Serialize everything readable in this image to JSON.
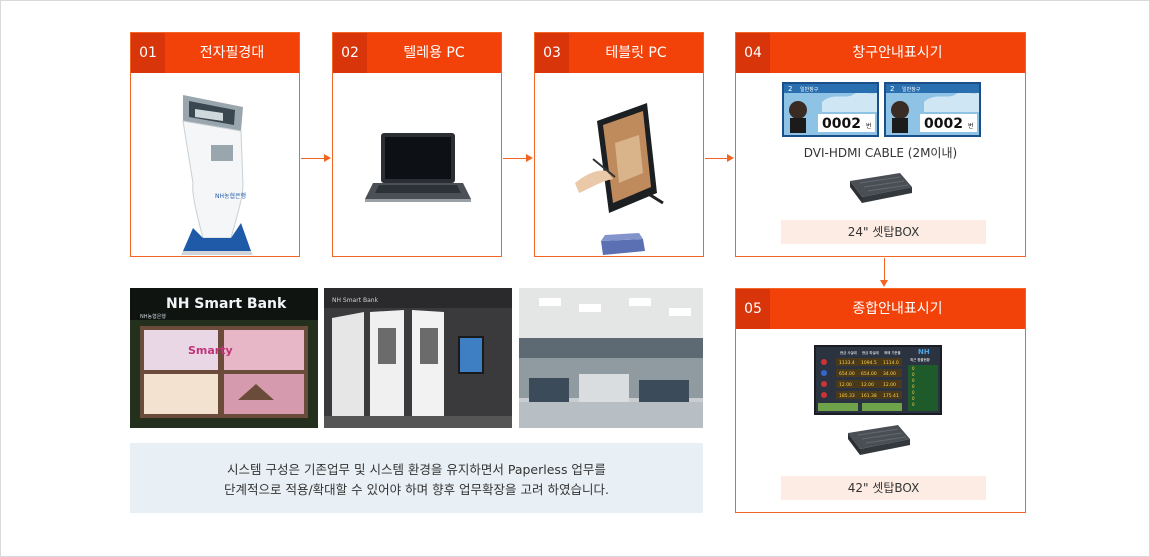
{
  "steps": [
    {
      "num": "01",
      "title": "전자필경대"
    },
    {
      "num": "02",
      "title": "텔레용 PC"
    },
    {
      "num": "03",
      "title": "테블릿 PC"
    },
    {
      "num": "04",
      "title": "창구안내표시기"
    },
    {
      "num": "05",
      "title": "종합안내표시기"
    }
  ],
  "kiosk_logo": "NH농협은행",
  "queue_display": {
    "counter": "2",
    "tag": "일반창구",
    "number": "0002",
    "unit": "번"
  },
  "cable_label": "DVI-HDMI CABLE (2M이내)",
  "box_24": "24\" 셋탑BOX",
  "box_42": "42\" 셋탑BOX",
  "photos": {
    "sign_brand": "NH Smart Bank",
    "sign_sub": "NH농협은행",
    "sign_poster": "Smarty",
    "corridor_brand": "NH Smart Bank"
  },
  "board": {
    "brand": "NH",
    "headers": [
      "현금 사실때",
      "현금 파실때",
      "매매 기준율"
    ],
    "rows": [
      [
        "1133.4",
        "1094.5",
        "1114.0"
      ],
      [
        "654.00",
        "654.00",
        "34.00"
      ],
      [
        "12.00",
        "12.00",
        "12.00"
      ],
      [
        "185.33",
        "161.38",
        "175.41"
      ]
    ],
    "side_header": "최근 환율현황",
    "side_values": [
      "0",
      "0",
      "0",
      "0",
      "0",
      "0",
      "0"
    ]
  },
  "note": {
    "line1": "시스템 구성은 기존업무 및 시스템 환경을 유지하면서 Paperless 업무를",
    "line2": "단계적으로 적용/확대할 수 있어야 하며 향후 업무확장을 고려 하였습니다."
  },
  "colors": {
    "accent": "#f2420a",
    "accent_dark": "#d8350a",
    "note_bg": "#e9f0f5",
    "caption_bg": "#fdece4"
  }
}
